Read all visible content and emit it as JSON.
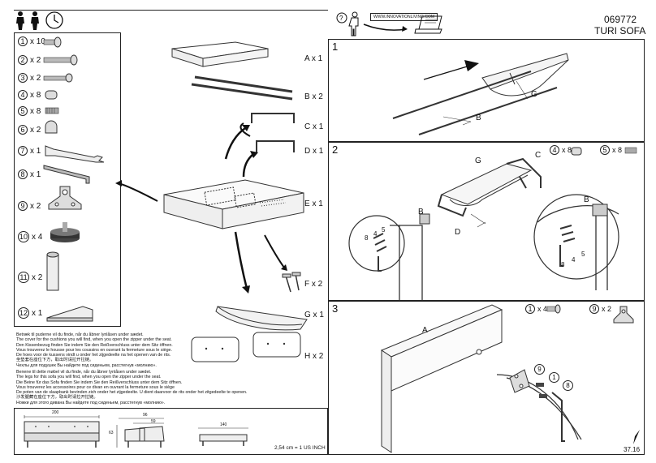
{
  "header": {
    "url": "WWW.INNOVATIONLIVING.COM",
    "code": "069772",
    "product": "TURI SOFA"
  },
  "parts_panel": {
    "items": [
      {
        "num": "1",
        "qty": "x 10"
      },
      {
        "num": "2",
        "qty": "x 2"
      },
      {
        "num": "3",
        "qty": "x 2"
      },
      {
        "num": "4",
        "qty": "x 8"
      },
      {
        "num": "5",
        "qty": "x 8"
      },
      {
        "num": "6",
        "qty": "x 2"
      },
      {
        "num": "7",
        "qty": "x 1"
      },
      {
        "num": "8",
        "qty": "x 1"
      },
      {
        "num": "9",
        "qty": "x 2"
      },
      {
        "num": "10",
        "qty": "x 4"
      },
      {
        "num": "11",
        "qty": "x 2"
      },
      {
        "num": "12",
        "qty": "x 1"
      }
    ]
  },
  "components": [
    {
      "label": "A x 1"
    },
    {
      "label": "B x 2"
    },
    {
      "label": "C x 1"
    },
    {
      "label": "D x 1"
    },
    {
      "label": "E x 1"
    },
    {
      "label": "F x 2"
    },
    {
      "label": "G x 1"
    },
    {
      "label": "H x 2"
    }
  ],
  "notes": {
    "cushions": [
      "Betræk til puderne vil du finde, når du åbner lynlåsen under sædet.",
      "The cover for the cushions you will find, when you open the zipper under the seat.",
      "Den Kissenbezug finden Sie indem Sie den Reißverschluss unter dem Sitz öffnen.",
      "Vous trouverez le housse pour les coussins en ouvrant la fermeture sous le siège.",
      "De hoes voor de kussens vindt u onder het zijgedeelte na het openen van de rits.",
      "坐垫套在座位下方，取出时请拉开拉链。",
      "Чехлы для подушек Вы найдете под сиденьем, расстегнув «молнию»."
    ],
    "legs": [
      "Benene til dette møbel vil du finde, når du åbner lynlåsen under sædet.",
      "The legs for this sofa you will find, when you open the zipper under the seat.",
      "Die Beine für das Sofa finden Sie indem Sie den Reißverschluss unter dem Sitz öffnen.",
      "Vous trouverez les accessoires pour ce divan en ouvrant la fermeture sous le siège",
      "De poten van de slaapbank bevinden zich onder het zijgedeelte. U dient daarvoor de rits onder het zitgedeelte te openen.",
      "沙发腿藏在座位下方，取出时请拉开拉链。",
      "Ножки для этого дивана Вы найдете под сиденьем, расстегнув «молнию»."
    ]
  },
  "dimensions": {
    "width": "200",
    "depth": "96",
    "seat_depth": "59",
    "height": "63",
    "bed": "140",
    "conversion": "2,54 cm = 1 US INCH"
  },
  "steps": [
    {
      "number": "1",
      "labels": [
        "G",
        "B"
      ]
    },
    {
      "number": "2",
      "labels": [
        "G",
        "C",
        "B",
        "D",
        "B",
        "8",
        "4",
        "5",
        "8",
        "4",
        "5"
      ],
      "hardware": [
        {
          "num": "4",
          "qty": "x 8"
        },
        {
          "num": "5",
          "qty": "x 8"
        }
      ]
    },
    {
      "number": "3",
      "labels": [
        "A",
        "9",
        "1",
        "8"
      ],
      "hardware": [
        {
          "num": "1",
          "qty": "x 4"
        },
        {
          "num": "9",
          "qty": "x 2"
        }
      ]
    }
  ],
  "footer": {
    "page": "37.16"
  }
}
